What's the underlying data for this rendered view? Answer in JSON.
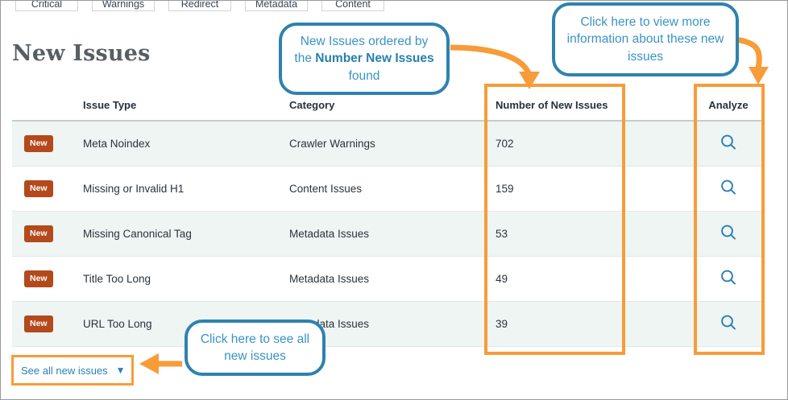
{
  "tabs": [
    {
      "label": "Critical"
    },
    {
      "label": "Warnings"
    },
    {
      "label": "Redirect"
    },
    {
      "label": "Metadata"
    },
    {
      "label": "Content"
    }
  ],
  "page_title": "New Issues",
  "colors": {
    "callout_border": "#2e82ae",
    "callout_text": "#3a93c4",
    "highlight_orange": "#f79c39",
    "badge_rust": "#b4491b",
    "link_blue": "#2a7fb8",
    "icon_blue": "#2b7cb5",
    "row_alt_bg": "#eef5f3",
    "title_gray": "#575f63"
  },
  "table": {
    "headers": {
      "badge": "",
      "issue_type": "Issue Type",
      "category": "Category",
      "number_of_new_issues": "Number of New Issues",
      "blank": "",
      "analyze": "Analyze"
    },
    "rows": [
      {
        "badge": "New",
        "issue_type": "Meta Noindex",
        "category": "Crawler Warnings",
        "count": "702",
        "analyze_icon": "magnifier-icon"
      },
      {
        "badge": "New",
        "issue_type": "Missing or Invalid H1",
        "category": "Content Issues",
        "count": "159",
        "analyze_icon": "magnifier-icon"
      },
      {
        "badge": "New",
        "issue_type": "Missing Canonical Tag",
        "category": "Metadata Issues",
        "count": "53",
        "analyze_icon": "magnifier-icon"
      },
      {
        "badge": "New",
        "issue_type": "Title Too Long",
        "category": "Metadata Issues",
        "count": "49",
        "analyze_icon": "magnifier-icon"
      },
      {
        "badge": "New",
        "issue_type": "URL Too Long",
        "category": "Metadata Issues",
        "count": "39",
        "analyze_icon": "magnifier-icon"
      }
    ]
  },
  "footer": {
    "see_all_label": "See all new issues",
    "caret_icon": "chevron-down-icon"
  },
  "callouts": {
    "order": {
      "part1": "New Issues ordered by the ",
      "bold": "Number New Issues",
      "part2": " found"
    },
    "analyze": "Click here to view more information about these new issues",
    "see_all": "Click here to see all new issues"
  }
}
